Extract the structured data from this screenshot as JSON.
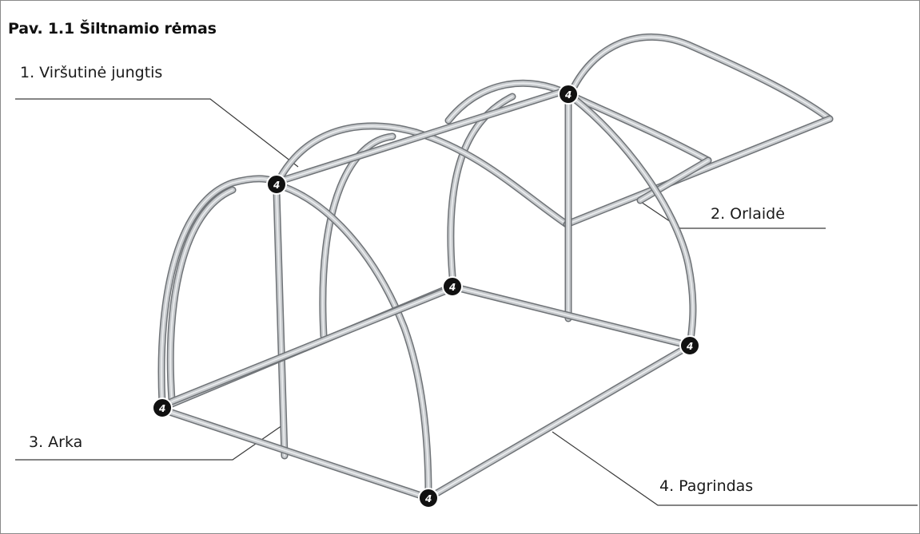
{
  "figure": {
    "title": "Pav. 1.1 Šiltnamio rėmas",
    "callouts": [
      {
        "id": "c1",
        "label": "1. Viršutinė jungtis"
      },
      {
        "id": "c2",
        "label": "2. Orlaidė"
      },
      {
        "id": "c3",
        "label": "3. Arka"
      },
      {
        "id": "c4",
        "label": "4. Pagrindas"
      }
    ],
    "connector_label": "4",
    "colors": {
      "pipe": "#c7cacd",
      "pipe_outline": "#6f7377",
      "badge": "#111111"
    }
  }
}
